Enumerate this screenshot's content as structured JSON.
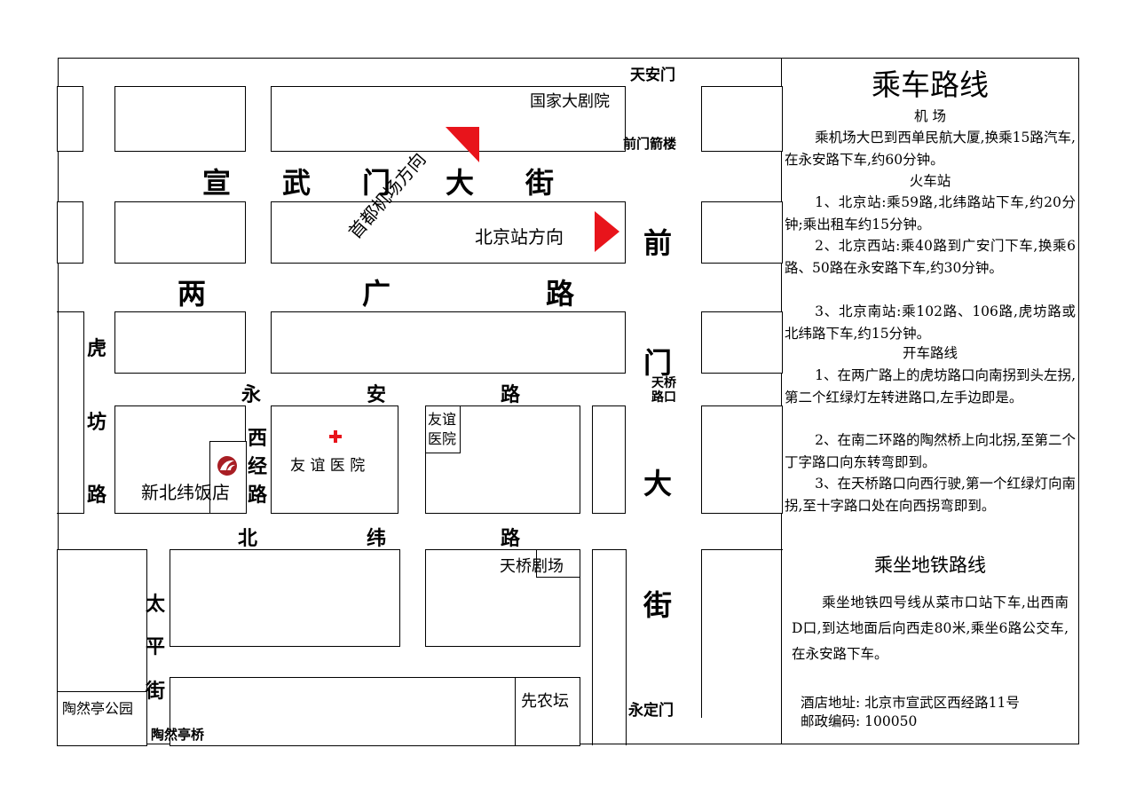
{
  "map": {
    "roads": {
      "xuanwumen": [
        "宣",
        "武",
        "门",
        "大",
        "街"
      ],
      "lianggunag": [
        "两",
        "广",
        "路"
      ],
      "yongan": [
        "永",
        "安",
        "路"
      ],
      "beiwei": [
        "北",
        "纬",
        "路"
      ],
      "hufang": [
        "虎",
        "坊",
        "路"
      ],
      "xijing": [
        "西",
        "经",
        "路"
      ],
      "taiping": [
        "太",
        "平",
        "街"
      ],
      "qianmen": [
        "前",
        "门",
        "大",
        "街"
      ]
    },
    "places": {
      "tiananmen": "天安门",
      "qianmen_jianlou": "前门箭楼",
      "tianqiao_lukou": "天桥路口",
      "yongdingmen": "永定门",
      "national_theater": "国家大剧院",
      "youyi_hospital": "友 谊 医 院",
      "youyi_hospital_box": "友谊医院",
      "hotel": "新北纬饭店",
      "tianqiao_theater": "天桥剧场",
      "xiannongtan": "先农坛",
      "taoranting_park": "陶然亭公园",
      "taoranting_bridge": "陶然亭桥"
    },
    "directions": {
      "airport": "首都机场方向",
      "beijing_station": "北京站方向"
    },
    "colors": {
      "arrow": "#e8141b",
      "cross": "#e8141b",
      "line": "#000000"
    }
  },
  "sidebar": {
    "title": "乘车路线",
    "airport_heading": "机  场",
    "airport_text": "乘机场大巴到西单民航大厦,换乘15路汽车,在永安路下车,约60分钟。",
    "train_heading": "火车站",
    "train_1": "1、北京站:乘59路,北纬路站下车,约20分钟;乘出租车约15分钟。",
    "train_2": "2、北京西站:乘40路到广安门下车,换乘6路、50路在永安路下车,约30分钟。",
    "train_3": "3、北京南站:乘102路、106路,虎坊路或北纬路下车,约15分钟。",
    "drive_heading": "开车路线",
    "drive_1": "1、在两广路上的虎坊路口向南拐到头左拐,第二个红绿灯左转进路口,左手边即是。",
    "drive_2": "2、在南二环路的陶然桥上向北拐,至第二个丁字路口向东转弯即到。",
    "drive_3": "3、在天桥路口向西行驶,第一个红绿灯向南拐,至十字路口处在向西拐弯即到。",
    "subway_heading": "乘坐地铁路线",
    "subway_text": "乘坐地铁四号线从菜市口站下车,出西南D口,到达地面后向西走80米,乘坐6路公交车,在永安路下车。",
    "address_label": "酒店地址:",
    "address_value": "北京市宣武区西经路11号",
    "postcode_label": "邮政编码:",
    "postcode_value": "100050"
  }
}
